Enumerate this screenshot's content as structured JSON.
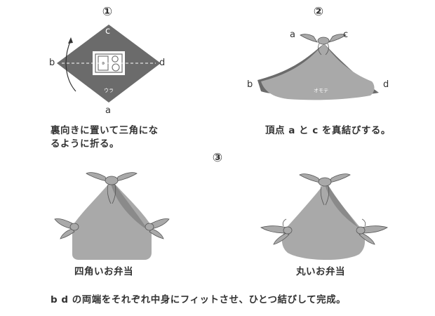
{
  "steps": {
    "s1": "①",
    "s2": "②",
    "s3": "③"
  },
  "fig1": {
    "corner_a": "a",
    "corner_b": "b",
    "corner_c": "c",
    "corner_d": "d",
    "inner_text": "ウラ",
    "caption_line1": "裏向きに置いて三角にな",
    "caption_line2": "るように折る。"
  },
  "fig2": {
    "corner_a": "a",
    "corner_b": "b",
    "corner_c": "c",
    "corner_d": "d",
    "inner_text": "オモテ",
    "caption": "頂点 a と c を真結びする。"
  },
  "fig3": {
    "left_caption": "四角いお弁当",
    "right_caption": "丸いお弁当",
    "bottom_caption": "b d の両端をそれぞれ中身にフィットさせ、ひとつ結びして完成。"
  },
  "colors": {
    "cloth_dark": "#6b6b6b",
    "cloth_light": "#a9a9a9",
    "cloth_mid": "#8a8a8a",
    "text": "#333333"
  }
}
